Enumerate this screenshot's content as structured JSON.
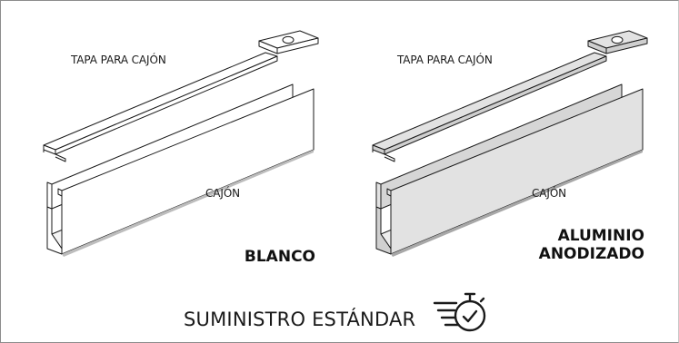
{
  "left_profile": {
    "cover_label": "TAPA PARA CAJÓN",
    "box_label": "CAJÓN",
    "finish": "BLANCO",
    "fill_color": "#ffffff"
  },
  "right_profile": {
    "cover_label": "TAPA PARA CAJÓN",
    "box_label": "CAJÓN",
    "finish_line1": "ALUMINIO",
    "finish_line2": "ANODIZADO",
    "fill_color": "#e2e2e2"
  },
  "footer": {
    "label": "SUMINISTRO ESTÁNDAR",
    "icon": "fast-stopwatch-check-icon"
  },
  "stroke_color": "#1a1a1a"
}
